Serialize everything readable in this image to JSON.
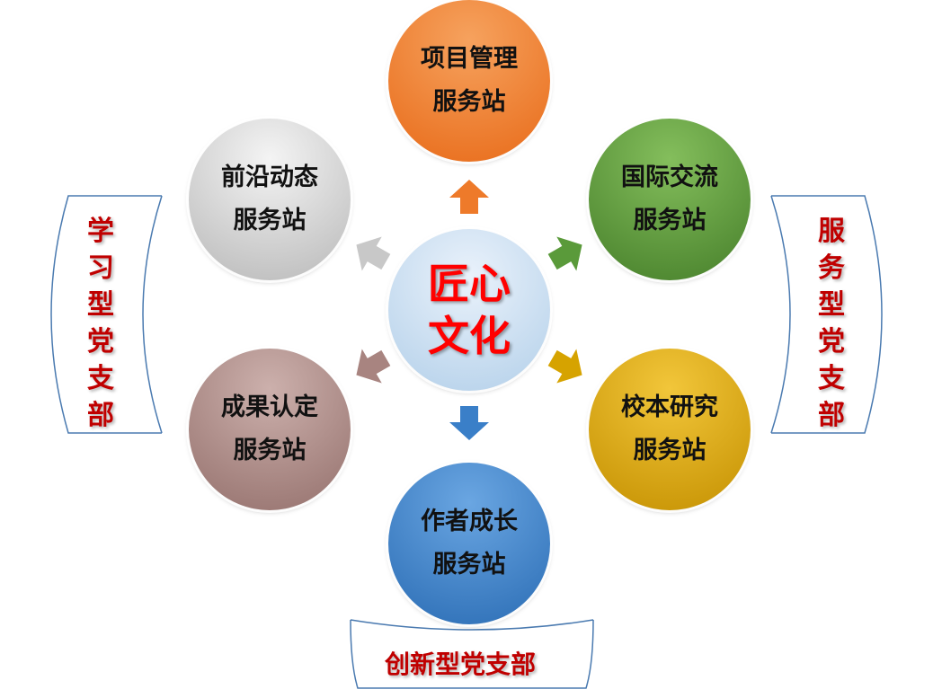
{
  "center": {
    "line1": "匠心",
    "line2": "文化",
    "color": "#ff0000"
  },
  "stations": [
    {
      "id": "project-management",
      "line1": "项目管理",
      "line2": "服务站",
      "color": "#ee7a2a"
    },
    {
      "id": "international-exchange",
      "line1": "国际交流",
      "line2": "服务站",
      "color": "#5a9a3a"
    },
    {
      "id": "school-research",
      "line1": "校本研究",
      "line2": "服务站",
      "color": "#d6a300"
    },
    {
      "id": "author-growth",
      "line1": "作者成长",
      "line2": "服务站",
      "color": "#3a7fc8"
    },
    {
      "id": "achievement-recognition",
      "line1": "成果认定",
      "line2": "服务站",
      "color": "#a88480"
    },
    {
      "id": "frontier-news",
      "line1": "前沿动态",
      "line2": "服务站",
      "color": "#c8c8c8"
    }
  ],
  "branches": {
    "left": "学习型党支部",
    "right": "服务型党支部",
    "bottom": "创新型党支部"
  }
}
